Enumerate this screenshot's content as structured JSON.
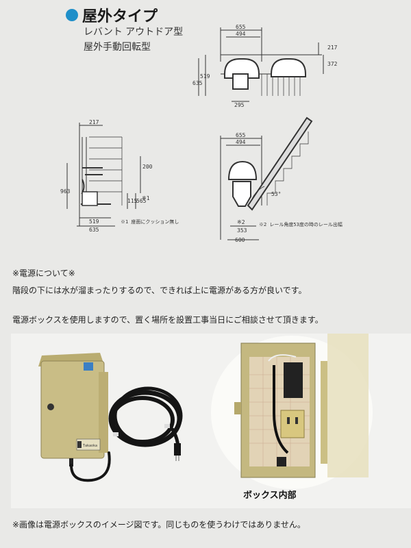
{
  "header": {
    "title": "屋外タイプ",
    "subtitle_line1": "レバント アウトドア型",
    "subtitle_line2": "屋外手動回転型"
  },
  "diagrams": {
    "top": {
      "width_outer": "655",
      "width_inner": "494",
      "right_top": "217",
      "right_height": "372",
      "left_1": "635",
      "left_2": "519",
      "bottom": "295"
    },
    "side": {
      "top": "217",
      "left_total": "963",
      "h200": "200",
      "h115": "115",
      "h565": "565",
      "mark1": "※1",
      "bottom_inner": "519",
      "bottom_outer": "635",
      "footnote": "※1 座面にクッション無し"
    },
    "front": {
      "width_outer": "655",
      "width_inner": "494",
      "angle": "53°",
      "mark2": "※2",
      "bottom_inner": "353",
      "bottom_outer": "600",
      "footnote": "※2 レール角度53度の時のレール出幅"
    }
  },
  "notes": {
    "power_heading": "※電源について※",
    "power_line1": "階段の下には水が溜まったりするので、できれば上に電源がある方が良いです。",
    "power_line2": "電源ボックスを使用しますので、置く場所を設置工事当日にご相談させて頂きます。",
    "box_caption": "ボックス内部",
    "disclaimer": "※画像は電源ボックスのイメージ図です。同じものを使うわけではありません。"
  },
  "device": {
    "brand_label": "Takaoka"
  },
  "colors": {
    "accent": "#1f8fc9",
    "box_body": "#c9bd86",
    "cable": "#151515"
  }
}
